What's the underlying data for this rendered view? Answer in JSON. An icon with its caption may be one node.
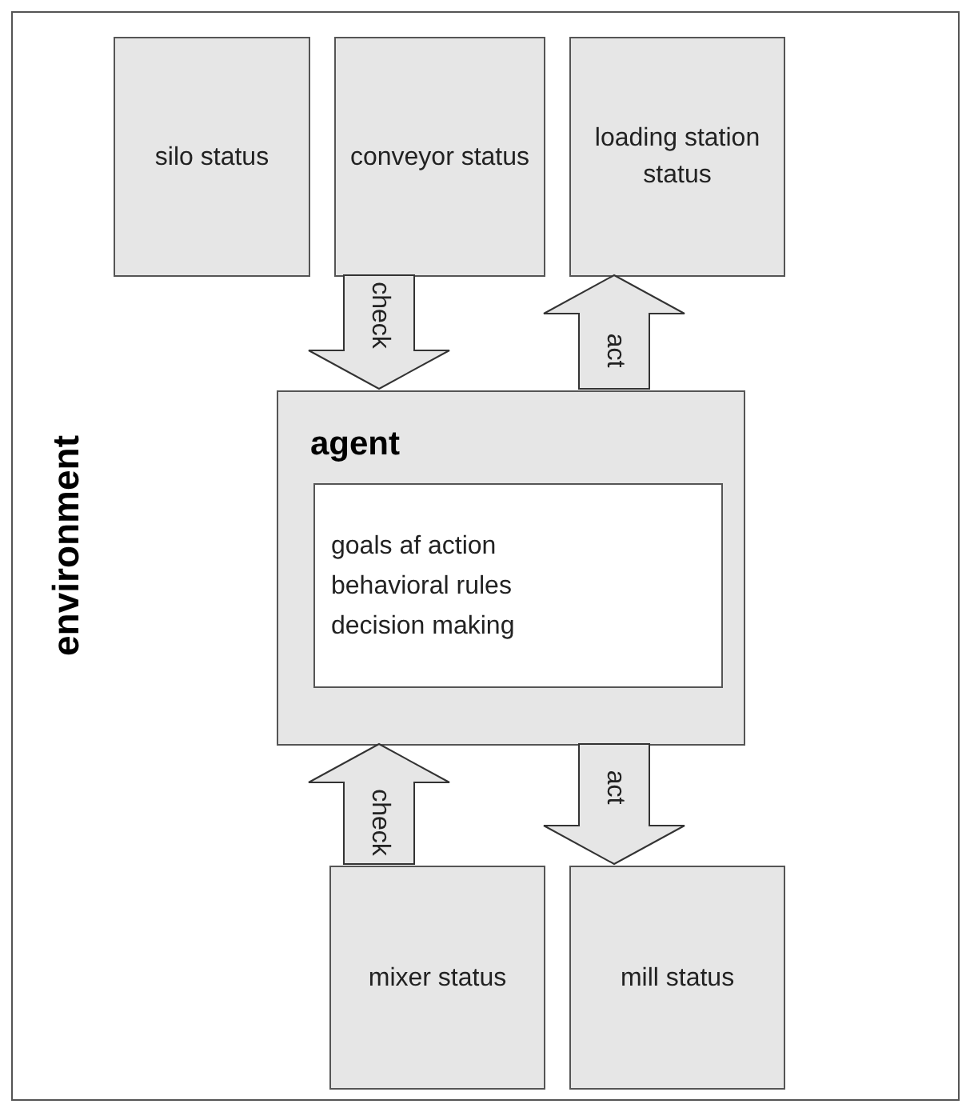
{
  "diagram": {
    "nodes": [
      {
        "text": [
          "environment"
        ]
      },
      {
        "text": [
          "silo status"
        ],
        "in": 0
      },
      {
        "text": [
          "conveyor status"
        ],
        "in": 0
      },
      {
        "text": [
          "loading station status"
        ],
        "in": 0
      },
      {
        "text": [
          "agent"
        ],
        "in": 0
      },
      {
        "text": [
          "goals af action behavioral rules decision making"
        ],
        "in": 4
      },
      {
        "text": [
          "mixer status"
        ],
        "in": 0
      },
      {
        "text": [
          "mill status"
        ],
        "in": 0
      }
    ],
    "edges": [
      {
        "from": 2,
        "to": 4,
        "arrow": "to",
        "label": "check"
      },
      {
        "from": 4,
        "to": 3,
        "arrow": "to",
        "label": "act"
      },
      {
        "from": 6,
        "to": 4,
        "arrow": "to",
        "label": "check"
      },
      {
        "from": 4,
        "to": 7,
        "arrow": "to",
        "label": "act"
      }
    ]
  }
}
